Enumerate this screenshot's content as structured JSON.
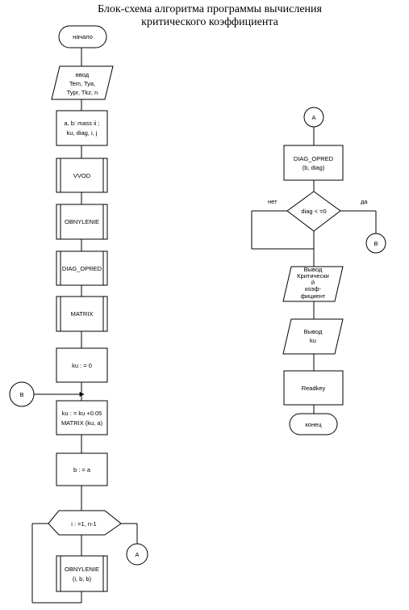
{
  "title": {
    "line1": "Блок-схема алгоритма программы вычисления",
    "line2": "критического коэффициента"
  },
  "nodes": {
    "start": "начало",
    "input_1": "ввод",
    "input_2": "Tem, Tya,",
    "input_3": "Typr, Tkz, n",
    "decl_1": "a, b: mass ii ;",
    "decl_2": "ku, diag, i, j",
    "vvod": "VVOD",
    "obnylenie": "OBNYLENIE",
    "diag_opred": "DIAG_OPRED",
    "matrix": "MATRIX",
    "ku_zero": "ku : = 0",
    "ku_inc_1": "ku : = ku +0.05",
    "ku_inc_2": "MATRIX (ku, a)",
    "b_assign": "b : = a",
    "loop": "i : =1, n-1",
    "obny2_1": "OBNYLENIE",
    "obny2_2": "(i, b, b)",
    "diag2_1": "DIAG_OPRED",
    "diag2_2": "(b, diag)",
    "cond": "diag < =0",
    "out1_1": "Вывод",
    "out1_2": "Критически",
    "out1_3": "й",
    "out1_4": "коэф-",
    "out1_5": "фициент",
    "out2_1": "Вывод",
    "out2_2": "ku",
    "readkey": "Readkey",
    "end": "конец"
  },
  "connectors": {
    "A_left": "A",
    "A_right": "A",
    "B_left": "B",
    "B_right": "B"
  },
  "branches": {
    "no": "нет",
    "yes": "да"
  }
}
